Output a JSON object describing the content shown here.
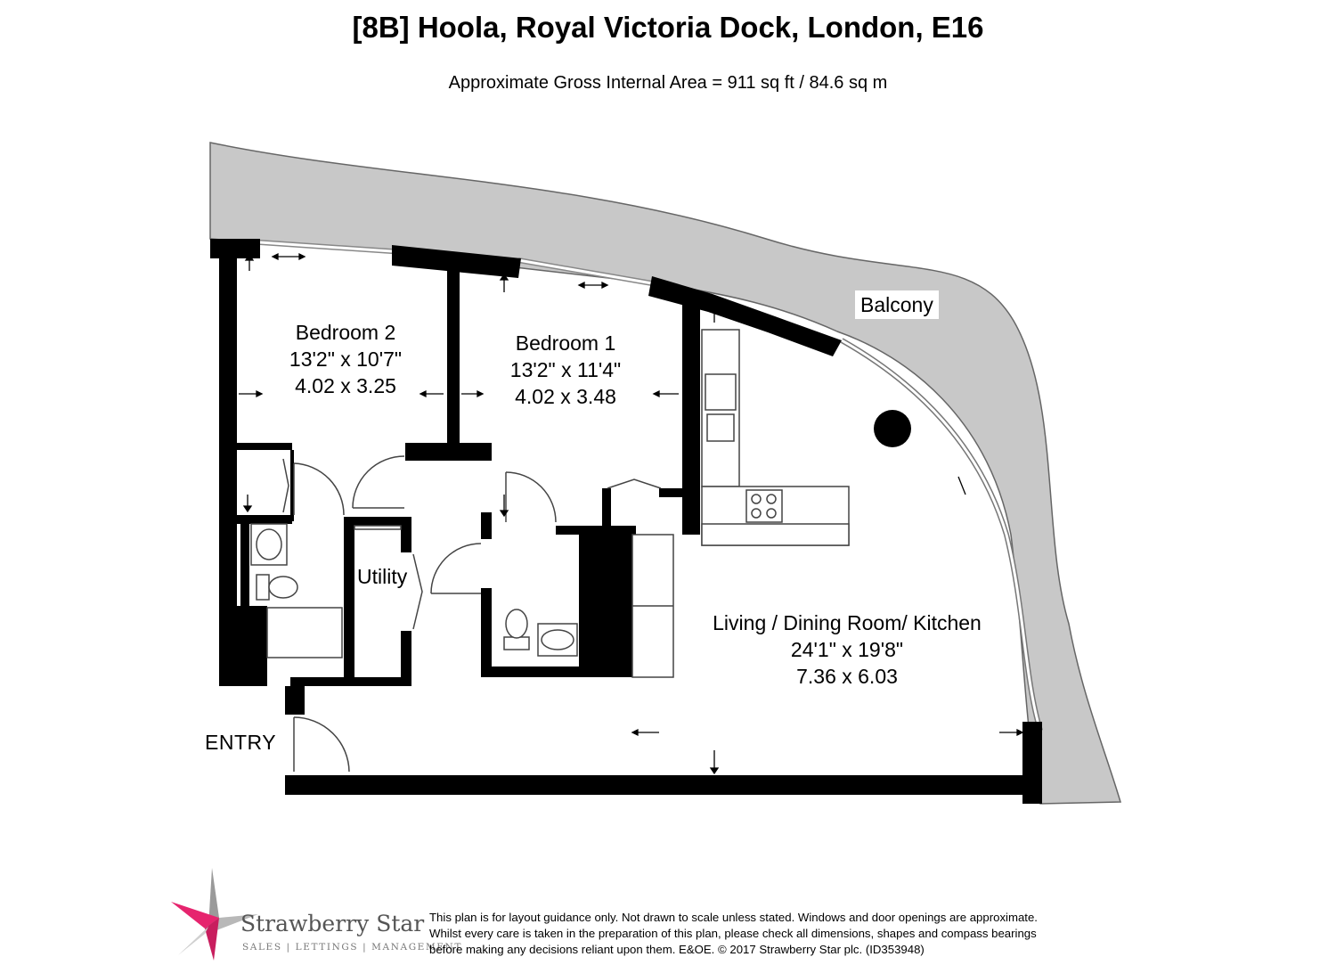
{
  "header": {
    "title": "[8B] Hoola, Royal Victoria Dock, London, E16",
    "area": "Approximate Gross Internal Area = 911 sq ft / 84.6 sq m"
  },
  "rooms": {
    "bedroom2": {
      "name": "Bedroom 2",
      "imperial": "13'2\" x 10'7\"",
      "metric": "4.02 x 3.25"
    },
    "bedroom1": {
      "name": "Bedroom 1",
      "imperial": "13'2\" x 11'4\"",
      "metric": "4.02 x 3.48"
    },
    "living": {
      "name": "Living / Dining Room/ Kitchen",
      "imperial": "24'1\" x 19'8\"",
      "metric": "7.36 x 6.03"
    },
    "utility": "Utility",
    "balcony": "Balcony",
    "entry": "ENTRY"
  },
  "brand": {
    "name": "Strawberry Star",
    "tagline": "SALES | LETTINGS | MANAGEMENT",
    "accent_color": "#e6246e"
  },
  "disclaimer": [
    "This plan is for layout guidance only. Not drawn to scale unless stated. Windows and door openings are approximate.",
    "Whilst every care is taken in the preparation of this plan, please check all dimensions, shapes and compass bearings",
    "before making any decisions reliant upon them. E&OE. © 2017 Strawberry Star plc. (ID353948)"
  ],
  "colors": {
    "wall": "#000000",
    "balcony_fill": "#c8c8c8"
  }
}
